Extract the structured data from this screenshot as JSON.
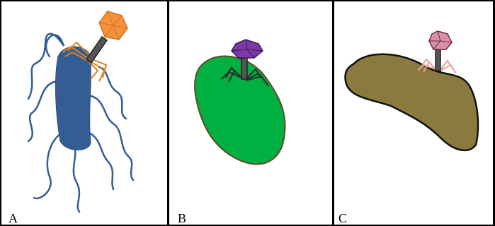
{
  "panels": [
    {
      "label": "A",
      "bacterium_color": "#345d93",
      "phage_head_color": "#f6923b",
      "tail_fiber_color": "#e0801f",
      "flagella_color": "#345d93"
    },
    {
      "label": "B",
      "bacterium_color": "#00b040",
      "phage_head_color": "#7a3aa6",
      "tail_fiber_color": "#2a2a2a"
    },
    {
      "label": "C",
      "bacterium_color": "#8b7a3d",
      "phage_head_color": "#d88fa8",
      "tail_fiber_color": "#e3a39a"
    }
  ]
}
